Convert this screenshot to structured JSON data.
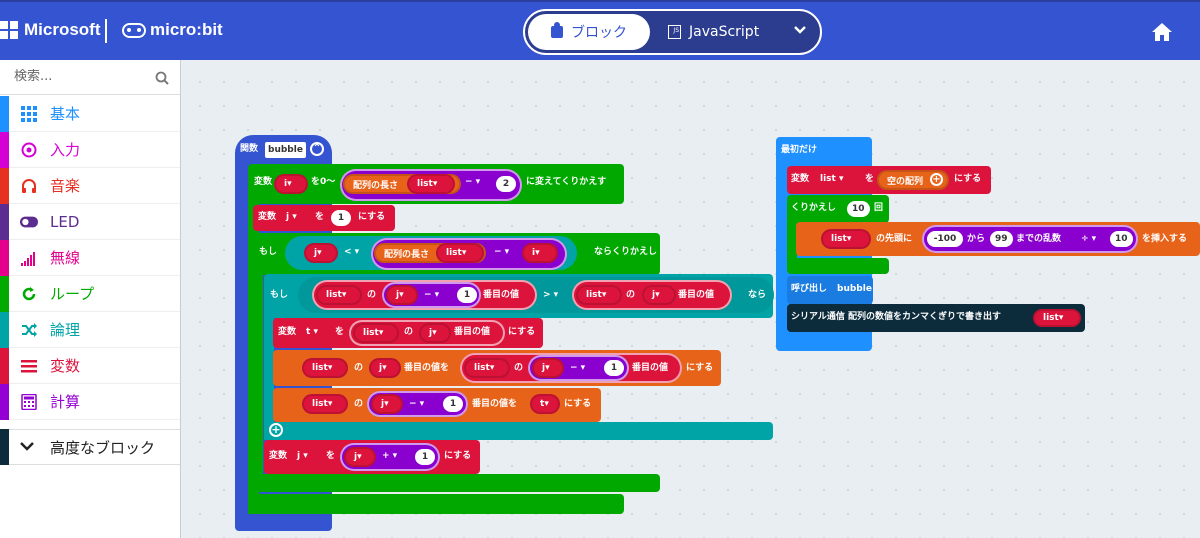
{
  "header": {
    "brand": "Microsoft",
    "product": "micro:bit",
    "tab_blocks": "ブロック",
    "tab_js": "JavaScript",
    "js_badge": "JS"
  },
  "toolbox": {
    "search_placeholder": "検索...",
    "categories": [
      {
        "label": "基本",
        "color": "#1e90ff"
      },
      {
        "label": "入力",
        "color": "#d400d4"
      },
      {
        "label": "音楽",
        "color": "#e63022"
      },
      {
        "label": "LED",
        "color": "#5c2d91"
      },
      {
        "label": "無線",
        "color": "#e3008c"
      },
      {
        "label": "ループ",
        "color": "#00aa00"
      },
      {
        "label": "論理",
        "color": "#00a4a6"
      },
      {
        "label": "変数",
        "color": "#dc143c"
      },
      {
        "label": "計算",
        "color": "#9400d3"
      }
    ],
    "advanced": "高度なブロック"
  },
  "blocks": {
    "func_kw": "関数",
    "func_name": "bubble",
    "var_kw": "変数",
    "i": "i",
    "j": "j",
    "t": "t",
    "list": "list",
    "from0": "を0〜",
    "len_of": "配列の長さ",
    "minus": "−",
    "plus_op": "+",
    "gt": ">",
    "lt": "<",
    "two": "2",
    "one": "1",
    "repeat_change": "に変えてくりかえす",
    "wo": "を",
    "set": "にする",
    "if_kw": "もし",
    "while_repeat": "ならくりかえし",
    "then": "なら",
    "no": "の",
    "nth_value": "番目の値",
    "nth_value_wo": "番目の値を",
    "start_kw": "最初だけ",
    "empty_array": "空の配列",
    "repeat_kw": "くりかえし",
    "ten": "10",
    "times": "回",
    "at_end": "の先頭に",
    "neg100": "-100",
    "from": "から",
    "ninety9": "99",
    "until_random": "までの乱数",
    "div": "÷",
    "insert": "を挿入する",
    "call_kw": "呼び出し",
    "serial_label": "シリアル通信 配列の数値をカンマくぎりで書き出す"
  }
}
